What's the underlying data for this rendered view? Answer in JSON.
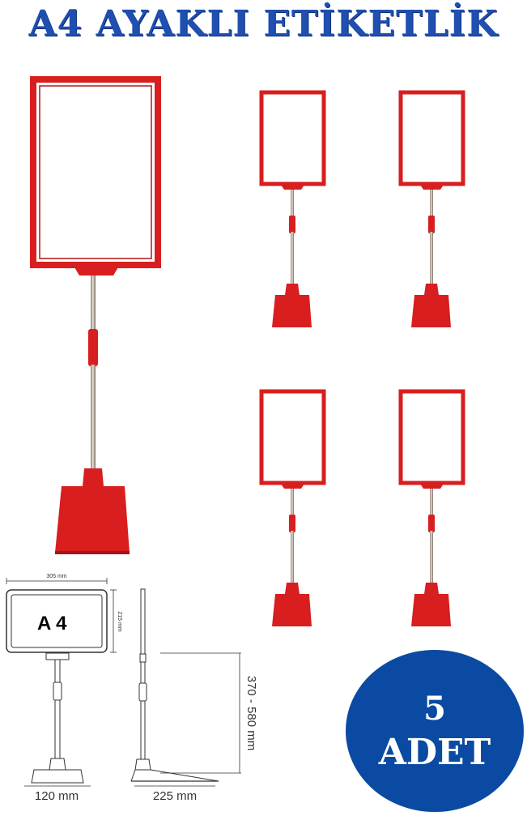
{
  "title": "A4 AYAKLI ETİKETLİK",
  "drawing": {
    "frame_label": "A 4",
    "width_label": "305 mm",
    "height_label": "215 mm",
    "adjust_label": "370 - 580 mm",
    "base_front_label": "120 mm",
    "base_side_label": "225 mm"
  },
  "badge": {
    "count": "5",
    "unit": "ADET"
  },
  "colors": {
    "title": "#1f4fb0",
    "product_red": "#d81e1e",
    "badge": "#0a4aa3"
  }
}
